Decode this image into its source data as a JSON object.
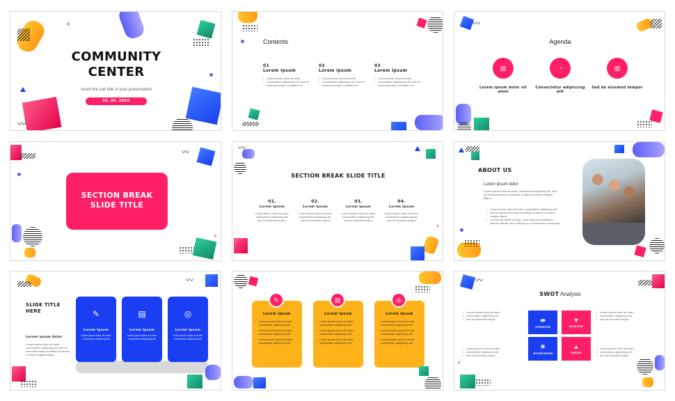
{
  "slide1": {
    "title_line1": "Community",
    "title_line2": "center",
    "subtitle": "Insert the sub title of your presentation",
    "date": "00. 00. 20XX"
  },
  "slide2": {
    "heading": "Contents",
    "columns": [
      {
        "num": "01",
        "title": "Lorem Ipsum",
        "b1": "Lorem ipsum dolor sit amet.",
        "b2": "Consectetur adipiscing elit, sed do eiusmod tempor incididunt ut"
      },
      {
        "num": "02",
        "title": "Lorem Ipsum",
        "b1": "Lorem ipsum dolor sit amet.",
        "b2": "Consectetur adipiscing elit, sed do eiusmod tempor incididunt ut"
      },
      {
        "num": "03",
        "title": "Lorem Ipsum",
        "b1": "Lorem ipsum dolor sit amet.",
        "b2": "Consectetur adipiscing elit, sed do eiusmod tempor incididunt ut"
      }
    ]
  },
  "slide3": {
    "heading": "Agenda",
    "items": [
      {
        "label": "Lorem ipsum dolor sit amet",
        "icon": "clipboard-icon"
      },
      {
        "label": "Consectetur adipiscing elit",
        "icon": "pie-chart-icon"
      },
      {
        "label": "Sed do eiusmod tempor",
        "icon": "bar-chart-icon"
      }
    ]
  },
  "slide4": {
    "title_line1": "Section Break",
    "title_line2": "Slide Title"
  },
  "slide5": {
    "title": "Section Break Slide Title",
    "columns": [
      {
        "num": "01.",
        "title": "Lorem Ipsum",
        "text": "Lorem ipsum dolor sit amet, consectetur adipiscing elit, sed do eiusmod tempor"
      },
      {
        "num": "02.",
        "title": "Lorem Ipsum",
        "text": "Lorem ipsum dolor sit amet, consectetur adipiscing elit, sed do eiusmod tempor"
      },
      {
        "num": "03.",
        "title": "Lorem Ipsum",
        "text": "Lorem ipsum dolor sit amet, consectetur adipiscing elit, sed do eiusmod tempor"
      },
      {
        "num": "04.",
        "title": "Lorem Ipsum",
        "text": "Lorem ipsum dolor sit amet, consectetur adipiscing elit, sed do eiusmod tempor"
      }
    ]
  },
  "slide6": {
    "heading": "About Us",
    "sub": "Lorem ipsum dolor",
    "para": "Lorem ipsum dolor sit amet, consectetur adipiscing elit, sed do eiusmod tempor incididunt ut labore et dolore magna aliqua.",
    "b1": "Lorem ipsum dolor sit amet, consectetur adipiscing elit",
    "b2": "Sed do eiusmod tempor incididunt ut labore et dolore magna aliqua",
    "b3": "Ut enim ad minim veniam, quis nostrud exercitation ullamco laboris nisi ut aliquip ex ea commodo consequat"
  },
  "slide7": {
    "title_line1": "Slide Title",
    "title_line2": "Here",
    "sub": "Lorem ipsum dolor",
    "para": "Lorem ipsum dolor sit amet, consectetur adipiscing elit, sed do eiusmod tempor incididunt ut labore et dolore magna aliqua.",
    "cards": [
      {
        "title": "Lorem Ipsum",
        "text": "Lorem ipsum dolor sit amet, consectetur adipiscing elit",
        "icon": "edit-icon"
      },
      {
        "title": "Lorem Ipsum",
        "text": "Lorem ipsum dolor sit amet, consectetur adipiscing elit",
        "icon": "document-icon"
      },
      {
        "title": "Lorem Ipsum",
        "text": "Lorem ipsum dolor sit amet, consectetur adipiscing elit",
        "icon": "target-icon"
      }
    ]
  },
  "slide8": {
    "cards": [
      {
        "title": "Lorem Ipsum",
        "b1": "Lorem ipsum dolor sit amet, consectetur adipiscing elit",
        "b2": "Lorem ipsum dolor sit amet, consectetur adipiscing elit",
        "b3": "Lorem ipsum dolor sit amet, consectetur adipiscing elit",
        "icon": "edit-icon"
      },
      {
        "title": "Lorem Ipsum",
        "b1": "Lorem ipsum dolor sit amet, consectetur adipiscing elit",
        "b2": "Lorem ipsum dolor sit amet, consectetur adipiscing elit",
        "b3": "Lorem ipsum dolor sit amet, consectetur adipiscing elit",
        "icon": "document-icon"
      },
      {
        "title": "Lorem Ipsum",
        "b1": "Lorem ipsum dolor sit amet, consectetur adipiscing elit",
        "b2": "Lorem ipsum dolor sit amet, consectetur adipiscing elit",
        "b3": "Lorem ipsum dolor sit amet, consectetur adipiscing elit",
        "icon": "target-icon"
      }
    ]
  },
  "slide9": {
    "title_bold": "SWOT",
    "title_rest": "Analysis",
    "left_top": [
      "Lorem ipsum dolor sit amet",
      "consectetur adipiscing elit",
      "sed do eiusmod tempor"
    ],
    "right_top": [
      "Lorem ipsum dolor sit amet",
      "consectetur adipiscing elit",
      "sed do eiusmod tempor"
    ],
    "left_bottom": [
      "Lorem ipsum dolor sit amet",
      "consectetur adipiscing elit",
      "sed do eiusmod tempor"
    ],
    "right_bottom": [
      "Lorem ipsum dolor sit amet",
      "consectetur adipiscing elit",
      "sed do eiusmod tempor"
    ],
    "quadrants": [
      "Strengths",
      "Weakness",
      "Opportunities",
      "Threats"
    ]
  },
  "colors": {
    "pink": "#ff1f66",
    "yellow": "#ffb31a",
    "blue": "#1a3ef2"
  }
}
